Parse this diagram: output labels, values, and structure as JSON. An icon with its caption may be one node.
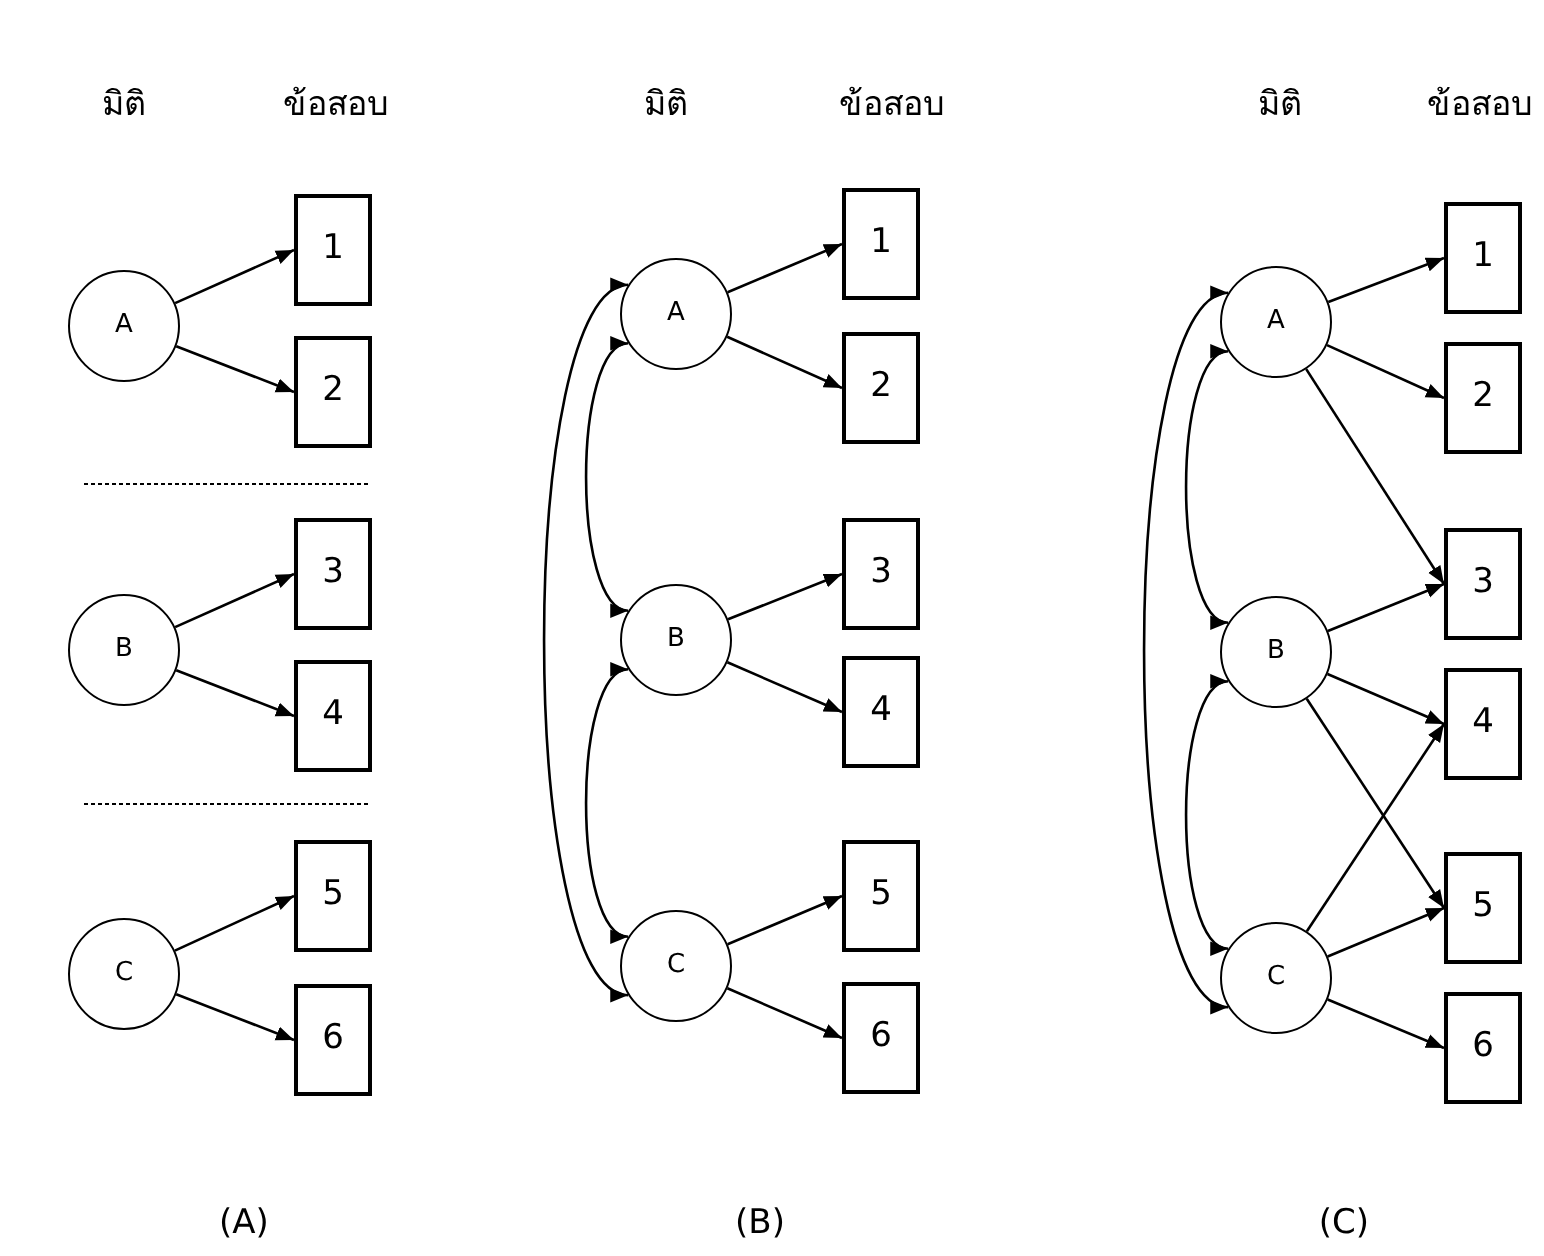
{
  "diagram": {
    "nodes": [
      {
        "text": [
          "A"
        ]
      },
      {
        "text": [
          "B"
        ]
      },
      {
        "text": [
          "C"
        ]
      },
      {
        "text": [
          "1"
        ]
      },
      {
        "text": [
          "2"
        ]
      },
      {
        "text": [
          "3"
        ]
      },
      {
        "text": [
          "4"
        ]
      },
      {
        "text": [
          "5"
        ]
      },
      {
        "text": [
          "6"
        ]
      },
      {
        "text": [
          "A"
        ]
      },
      {
        "text": [
          "B"
        ]
      },
      {
        "text": [
          "C"
        ]
      },
      {
        "text": [
          "1"
        ]
      },
      {
        "text": [
          "2"
        ]
      },
      {
        "text": [
          "3"
        ]
      },
      {
        "text": [
          "4"
        ]
      },
      {
        "text": [
          "5"
        ]
      },
      {
        "text": [
          "6"
        ]
      },
      {
        "text": [
          "A"
        ]
      },
      {
        "text": [
          "B"
        ]
      },
      {
        "text": [
          "C"
        ]
      },
      {
        "text": [
          "1"
        ]
      },
      {
        "text": [
          "2"
        ]
      },
      {
        "text": [
          "3"
        ]
      },
      {
        "text": [
          "4"
        ]
      },
      {
        "text": [
          "5"
        ]
      },
      {
        "text": [
          "6"
        ]
      }
    ],
    "edges": [
      {
        "from": 0,
        "to": 3,
        "arrow": "to"
      },
      {
        "from": 0,
        "to": 4,
        "arrow": "to"
      },
      {
        "from": 1,
        "to": 5,
        "arrow": "to"
      },
      {
        "from": 1,
        "to": 6,
        "arrow": "to"
      },
      {
        "from": 2,
        "to": 7,
        "arrow": "to"
      },
      {
        "from": 2,
        "to": 8,
        "arrow": "to"
      },
      {
        "from": 9,
        "to": 12,
        "arrow": "to"
      },
      {
        "from": 9,
        "to": 13,
        "arrow": "to"
      },
      {
        "from": 10,
        "to": 14,
        "arrow": "to"
      },
      {
        "from": 10,
        "to": 15,
        "arrow": "to"
      },
      {
        "from": 11,
        "to": 16,
        "arrow": "to"
      },
      {
        "from": 11,
        "to": 17,
        "arrow": "to"
      },
      {
        "from": 9,
        "to": 10,
        "arrow": "both"
      },
      {
        "from": 10,
        "to": 11,
        "arrow": "both"
      },
      {
        "from": 9,
        "to": 11,
        "arrow": "both"
      },
      {
        "from": 18,
        "to": 21,
        "arrow": "to"
      },
      {
        "from": 18,
        "to": 22,
        "arrow": "to"
      },
      {
        "from": 18,
        "to": 23,
        "arrow": "to"
      },
      {
        "from": 19,
        "to": 23,
        "arrow": "to"
      },
      {
        "from": 19,
        "to": 24,
        "arrow": "to"
      },
      {
        "from": 19,
        "to": 25,
        "arrow": "to"
      },
      {
        "from": 20,
        "to": 24,
        "arrow": "to"
      },
      {
        "from": 20,
        "to": 25,
        "arrow": "to"
      },
      {
        "from": 20,
        "to": 26,
        "arrow": "to"
      },
      {
        "from": 18,
        "to": 19,
        "arrow": "both"
      },
      {
        "from": 19,
        "to": 20,
        "arrow": "both"
      },
      {
        "from": 18,
        "to": 20,
        "arrow": "both"
      }
    ],
    "labels": [
      "มิติ",
      "ข้อสอบ",
      "มิติ",
      "ข้อสอบ",
      "มิติ",
      "ข้อสอบ",
      "(A)",
      "(B)",
      "(C)"
    ]
  }
}
